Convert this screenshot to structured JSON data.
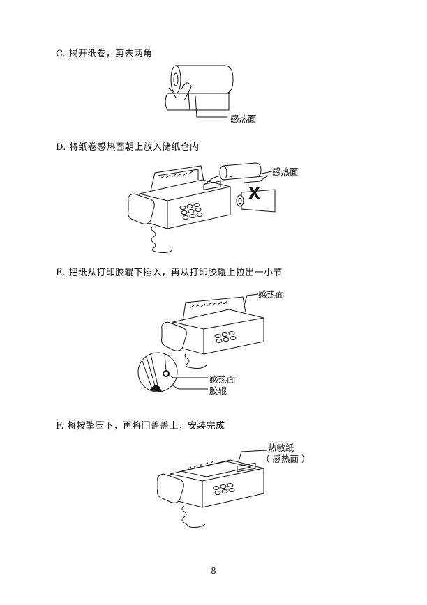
{
  "steps": {
    "c": {
      "text": "C.  揭开纸卷，剪去两角",
      "label": "感热面"
    },
    "d": {
      "text": "D.  将纸卷感热面朝上放入储纸仓内",
      "label": "感热面",
      "wrong_mark": "X"
    },
    "e": {
      "text": "E.  把纸从打印胶辊下插入，再从打印胶辊上拉出一小节",
      "label_top": "感热面",
      "label_side": "感热面",
      "label_roller": "胶辊"
    },
    "f": {
      "text": "F.  将按擎压下，再将门盖盖上，安装完成",
      "label_line1": "热敏纸",
      "label_line2": "（ 感热面 ）"
    }
  },
  "page_number": "8"
}
